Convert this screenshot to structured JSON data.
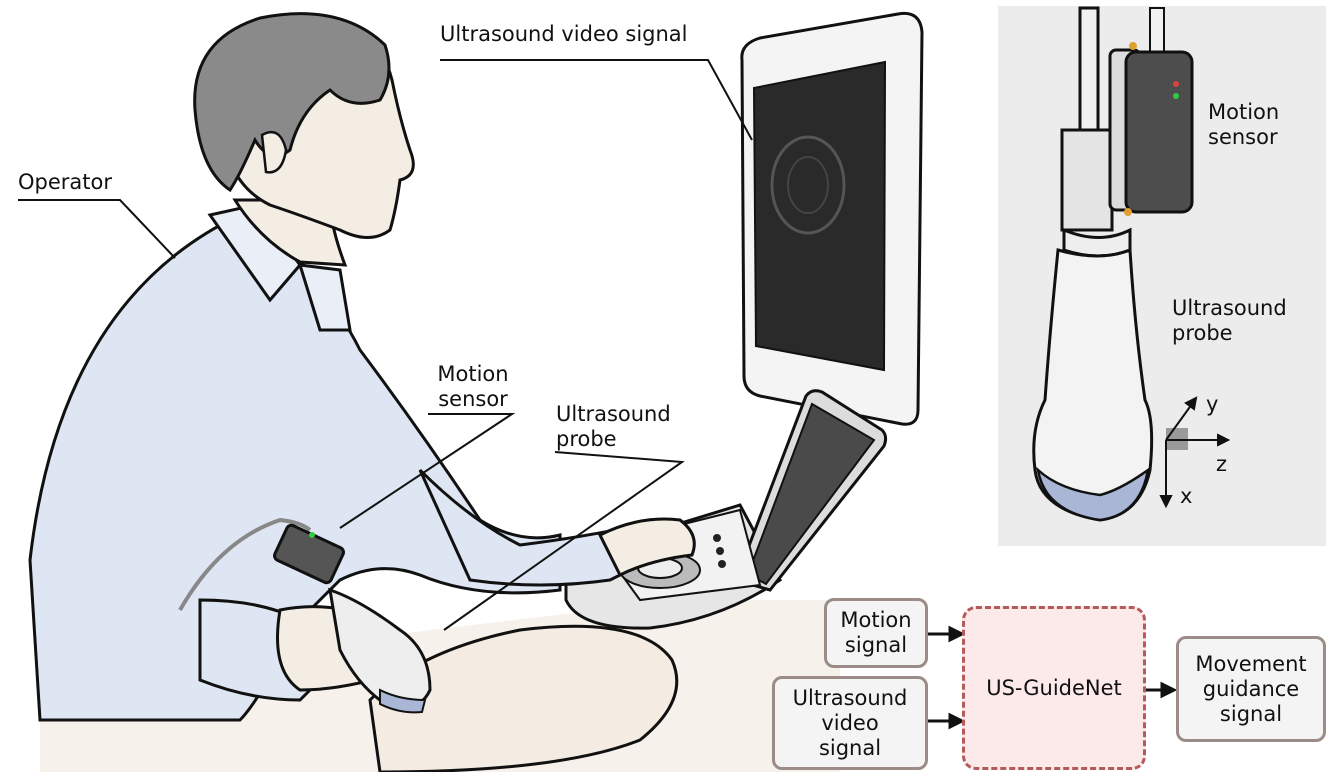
{
  "labels": {
    "operator": "Operator",
    "ultrasound_video_signal": "Ultrasound video signal",
    "motion_sensor_main": [
      "Motion",
      "sensor"
    ],
    "ultrasound_probe_main": [
      "Ultrasound",
      "probe"
    ],
    "inset_motion_sensor": [
      "Motion",
      "sensor"
    ],
    "inset_ultrasound_probe": [
      "Ultrasound",
      "probe"
    ],
    "axes": {
      "x": "x",
      "y": "y",
      "z": "z"
    }
  },
  "flow": {
    "motion_signal": [
      "Motion",
      "signal"
    ],
    "ultrasound_video_signal": [
      "Ultrasound",
      "video",
      "signal"
    ],
    "network": "US-GuideNet",
    "output": [
      "Movement",
      "guidance",
      "signal"
    ]
  },
  "colors": {
    "shirt": "#dde6f2",
    "hair": "#8a8a8a",
    "skin": "#f3ede4",
    "monitor_screen": "#2a2a2a",
    "inset_bg": "#ececec",
    "network_fill": "#fce9e9",
    "network_border": "#b45a5a",
    "box_border": "#9b8c88",
    "probe_tip": "#a9b6d6"
  }
}
